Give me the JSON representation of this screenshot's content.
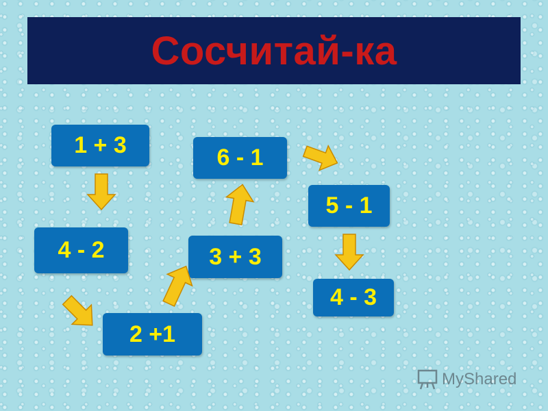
{
  "title": "Сосчитай-ка",
  "expressions": [
    "1 + 3",
    "4 - 2",
    "2 +1",
    "3 + 3",
    "6 - 1",
    "5 - 1",
    "4 - 3"
  ],
  "logo_text": "MyShared",
  "colors": {
    "title_bar": "#0d1f57",
    "title_text": "#c81a1a",
    "box": "#0b6fb8",
    "box_text": "#ffee00",
    "arrow": "#f5c518",
    "arrow_outline": "#c98a00"
  }
}
